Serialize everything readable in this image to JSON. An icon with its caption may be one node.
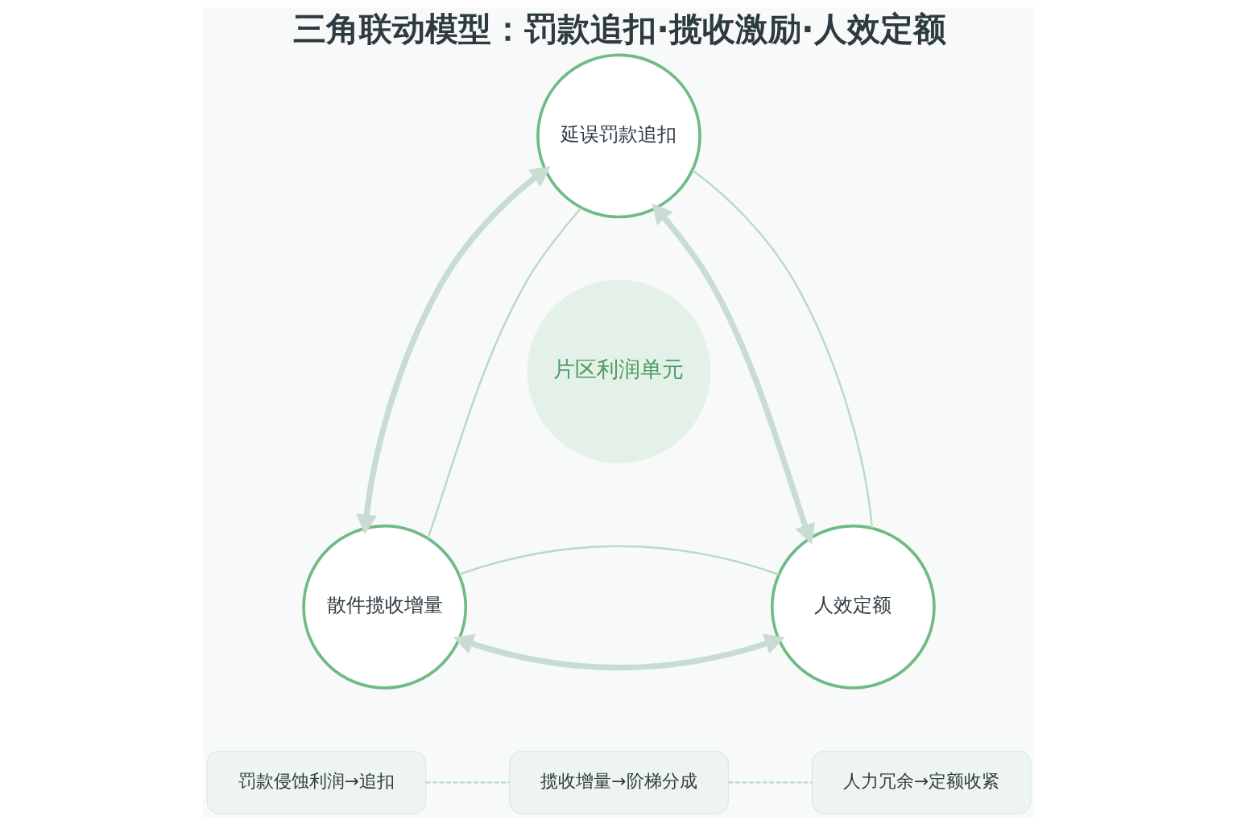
{
  "diagram": {
    "title": "三角联动模型：罚款追扣·揽收激励·人效定额",
    "nodes": [
      {
        "text": [
          "延误罚款追扣"
        ]
      },
      {
        "text": [
          "片区利润单元"
        ]
      },
      {
        "text": [
          "散件揽收增量"
        ]
      },
      {
        "text": [
          "人效定额"
        ]
      },
      {
        "text": [
          "罚款侵蚀利润→追扣"
        ]
      },
      {
        "text": [
          "揽收增量→阶梯分成"
        ]
      },
      {
        "text": [
          "人力冗余→定额收紧"
        ]
      }
    ],
    "edges": [
      {
        "from": 0,
        "to": 2,
        "arrow": "both",
        "style": "thick",
        "color": "#c9dcd3"
      },
      {
        "from": 0,
        "to": 3,
        "arrow": "both",
        "style": "thick",
        "color": "#c9dcd3"
      },
      {
        "from": 2,
        "to": 3,
        "arrow": "both",
        "style": "thick",
        "color": "#c9dcd3"
      },
      {
        "from": 0,
        "to": 2,
        "arrow": "none"
      },
      {
        "from": 0,
        "to": 3,
        "arrow": "none"
      },
      {
        "from": 2,
        "to": 3,
        "arrow": "none"
      },
      {
        "from": 4,
        "to": 5,
        "arrow": "none",
        "style": "dashed"
      },
      {
        "from": 5,
        "to": 6,
        "arrow": "none",
        "style": "dashed"
      }
    ]
  }
}
